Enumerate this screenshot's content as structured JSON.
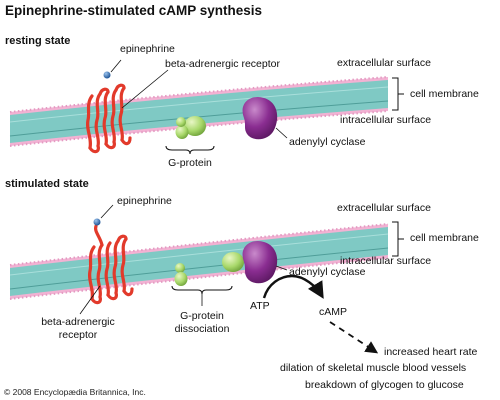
{
  "title": "Epinephrine-stimulated cAMP synthesis",
  "resting": {
    "heading": "resting state",
    "labels": {
      "epinephrine": "epinephrine",
      "receptor": "beta-adrenergic receptor",
      "extracellular": "extracellular surface",
      "membrane": "cell membrane",
      "intracellular": "intracellular surface",
      "gprotein": "G-protein",
      "cyclase": "adenylyl cyclase"
    }
  },
  "stimulated": {
    "heading": "stimulated state",
    "labels": {
      "epinephrine": "epinephrine",
      "extracellular": "extracellular surface",
      "membrane": "cell membrane",
      "intracellular": "intracellular surface",
      "cyclase": "adenylyl cyclase",
      "receptor_line1": "beta-adrenergic",
      "receptor_line2": "receptor",
      "gprotein_line1": "G-protein",
      "gprotein_line2": "dissociation",
      "atp": "ATP",
      "camp": "cAMP"
    }
  },
  "effects": [
    "increased heart rate",
    "dilation of skeletal muscle blood vessels",
    "breakdown of glycogen to glucose"
  ],
  "copyright": "© 2008 Encyclopædia Britannica, Inc.",
  "colors": {
    "membrane": "#7fc9c4",
    "membrane_dark": "#4f9e99",
    "heads": "#f2b2d3",
    "receptor": "#e23a2b",
    "gprotein": "#a8d86a",
    "cyclase": "#8a2d91",
    "epinephrine": "#2f6fb3"
  }
}
